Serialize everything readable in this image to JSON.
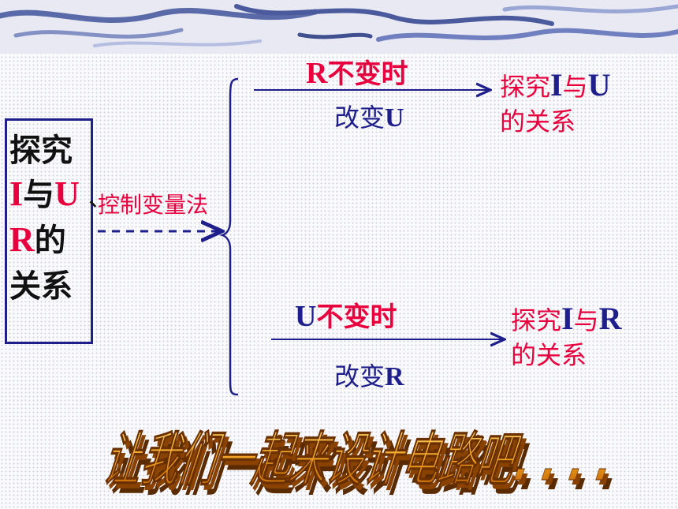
{
  "left_box": {
    "line1": "探究",
    "line2_a": "I",
    "line2_b": "与",
    "line2_c": "U",
    "line3_a": "R",
    "line3_b": "的",
    "line4": "关系",
    "dunhao": "、"
  },
  "method": "控制变量法",
  "branch_top": {
    "cond_var": "R",
    "cond_text": "不变时",
    "change_text": "改变",
    "change_var": "U",
    "result_a": "探究",
    "result_var1": "I",
    "result_b": "与",
    "result_var2": "U",
    "result_c": "的关系"
  },
  "branch_bottom": {
    "cond_var": "U",
    "cond_text": "不变时",
    "change_text": "改变",
    "change_var": "R",
    "result_a": "探究",
    "result_var1": "I",
    "result_b": "与",
    "result_var2": "R",
    "result_c": "的关系"
  },
  "banner_text": "让我们一起来设计电路吧. . . .",
  "colors": {
    "red": "#e8003e",
    "navy": "#1f1f8c",
    "banner_fill": "#f0a020",
    "banner_shadow": "#7a3a00"
  }
}
